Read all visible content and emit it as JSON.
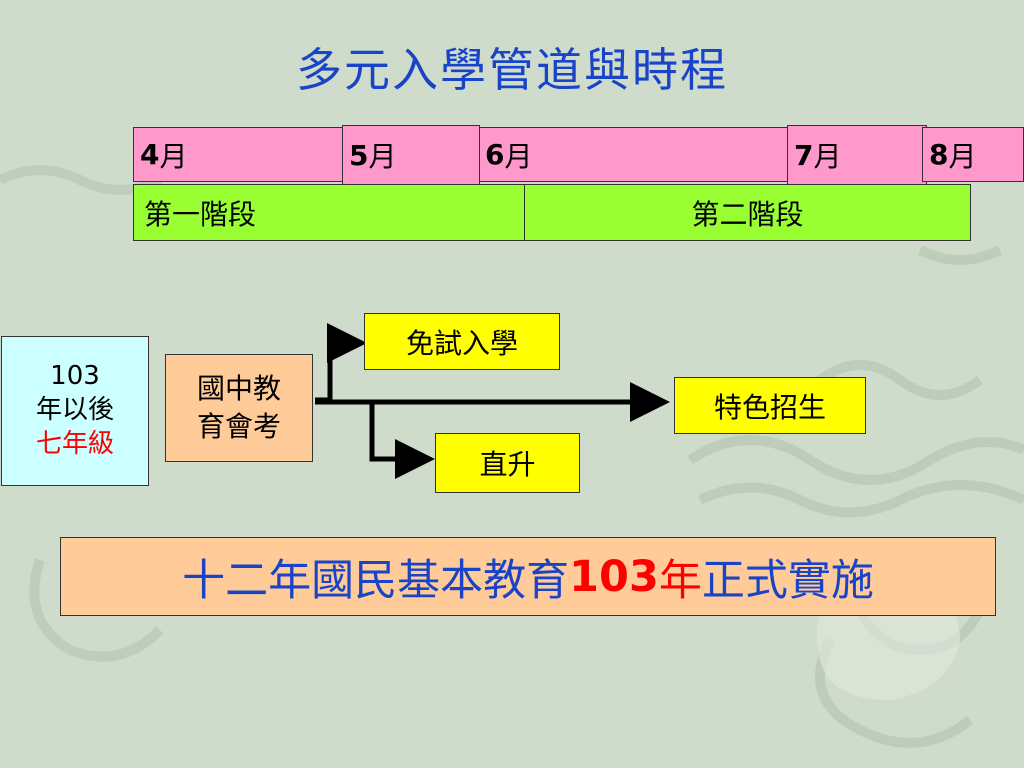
{
  "title": "多元入學管道與時程",
  "months": [
    {
      "num": "4",
      "unit": "月"
    },
    {
      "num": "5",
      "unit": "月"
    },
    {
      "num": "6",
      "unit": "月"
    },
    {
      "num": "7",
      "unit": "月"
    },
    {
      "num": "8",
      "unit": "月"
    }
  ],
  "stages": [
    "第一階段",
    "第二階段"
  ],
  "student": {
    "line1": "103",
    "line2": "年以後",
    "line3": "七年級"
  },
  "exam": {
    "line1": "國中教",
    "line2": "育會考"
  },
  "paths": {
    "free": "免試入學",
    "special": "特色招生",
    "direct": "直升"
  },
  "banner": {
    "part1": "十二年國民基本教育",
    "part2": "103",
    "part3": "年",
    "part4": "正式實施"
  },
  "colors": {
    "title": "#1a44c8",
    "month": "#ff99cc",
    "stage": "#99ff33",
    "path": "#ffff00",
    "student": "#ccffff",
    "exam": "#ffcc99",
    "accent": "#ff0000"
  }
}
